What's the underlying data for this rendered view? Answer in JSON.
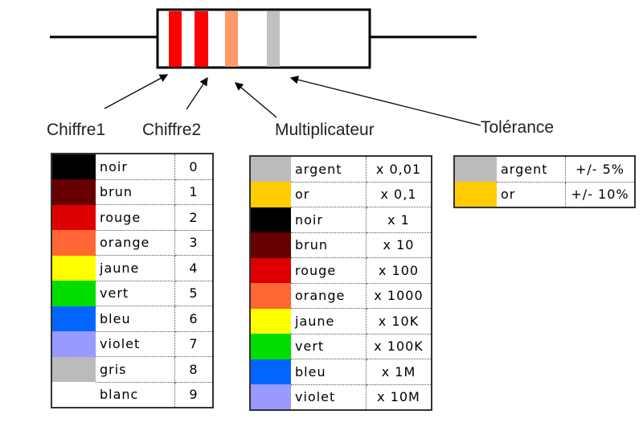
{
  "labels": {
    "digit1": "Chiffre1",
    "digit2": "Chiffre2",
    "multiplier": "Multiplicateur",
    "tolerance": "Tolérance"
  },
  "resistor": {
    "bands": [
      "#ff0000",
      "#ff0000",
      "#ff9966",
      "#c0c0c0"
    ]
  },
  "digits": [
    {
      "name": "noir",
      "value": "0",
      "color": "#000000"
    },
    {
      "name": "brun",
      "value": "1",
      "color": "#660000"
    },
    {
      "name": "rouge",
      "value": "2",
      "color": "#dd0000"
    },
    {
      "name": "orange",
      "value": "3",
      "color": "#ff6633"
    },
    {
      "name": "jaune",
      "value": "4",
      "color": "#ffff00"
    },
    {
      "name": "vert",
      "value": "5",
      "color": "#00dd00"
    },
    {
      "name": "bleu",
      "value": "6",
      "color": "#0066ff"
    },
    {
      "name": "violet",
      "value": "7",
      "color": "#9999ff"
    },
    {
      "name": "gris",
      "value": "8",
      "color": "#bbbbbb"
    },
    {
      "name": "blanc",
      "value": "9",
      "color": "#ffffff"
    }
  ],
  "multipliers": [
    {
      "name": "argent",
      "value": "x 0,01",
      "color": "#bbbbbb"
    },
    {
      "name": "or",
      "value": "x 0,1",
      "color": "#ffcc00"
    },
    {
      "name": "noir",
      "value": "x 1",
      "color": "#000000"
    },
    {
      "name": "brun",
      "value": "x 10",
      "color": "#660000"
    },
    {
      "name": "rouge",
      "value": "x 100",
      "color": "#dd0000"
    },
    {
      "name": "orange",
      "value": "x 1000",
      "color": "#ff6633"
    },
    {
      "name": "jaune",
      "value": "x 10K",
      "color": "#ffff00"
    },
    {
      "name": "vert",
      "value": "x 100K",
      "color": "#00dd00"
    },
    {
      "name": "bleu",
      "value": "x 1M",
      "color": "#0066ff"
    },
    {
      "name": "violet",
      "value": "x 10M",
      "color": "#9999ff"
    }
  ],
  "tolerances": [
    {
      "name": "argent",
      "value": "+/- 5%",
      "color": "#bbbbbb"
    },
    {
      "name": "or",
      "value": "+/- 10%",
      "color": "#ffcc00"
    }
  ]
}
